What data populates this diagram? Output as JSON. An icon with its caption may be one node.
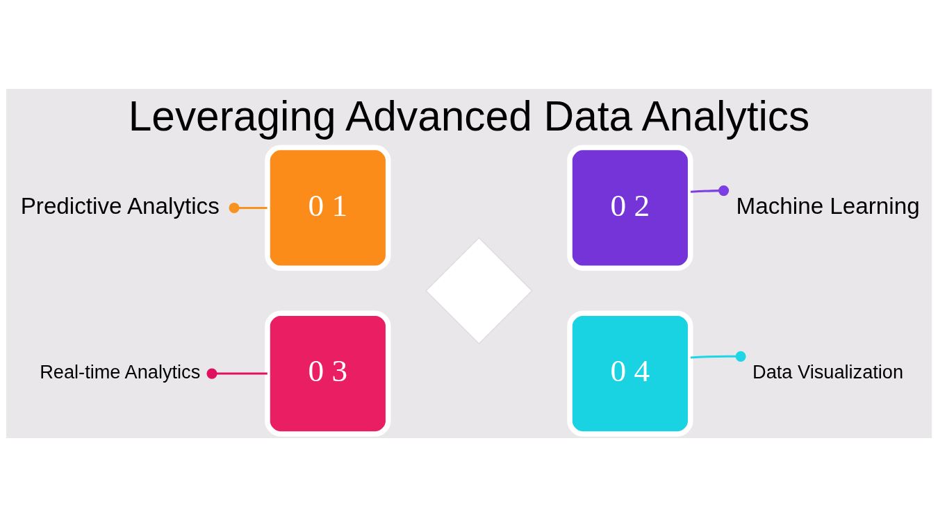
{
  "diagram": {
    "title": "Leveraging Advanced Data Analytics",
    "nodes": [
      {
        "text": [
          "Predictive Analytics"
        ]
      },
      {
        "text": [
          "0 1"
        ]
      },
      {
        "text": [
          "Machine Learning"
        ]
      },
      {
        "text": [
          "0 2"
        ]
      },
      {
        "text": [
          "Real-time Analytics"
        ]
      },
      {
        "text": [
          "0 3"
        ]
      },
      {
        "text": [
          "Data Visualization"
        ]
      },
      {
        "text": [
          "0 4"
        ]
      },
      {
        "text": [],
        "shape": "diamond"
      }
    ],
    "edges": [
      {
        "from": 0,
        "to": 1,
        "arrow": "other",
        "color": "#f7931e"
      },
      {
        "from": 2,
        "to": 3,
        "arrow": "other",
        "color": "#7b3fe4"
      },
      {
        "from": 4,
        "to": 5,
        "arrow": "other",
        "color": "#e0115f"
      },
      {
        "from": 6,
        "to": 7,
        "arrow": "other",
        "color": "#1fd6e6"
      }
    ]
  }
}
